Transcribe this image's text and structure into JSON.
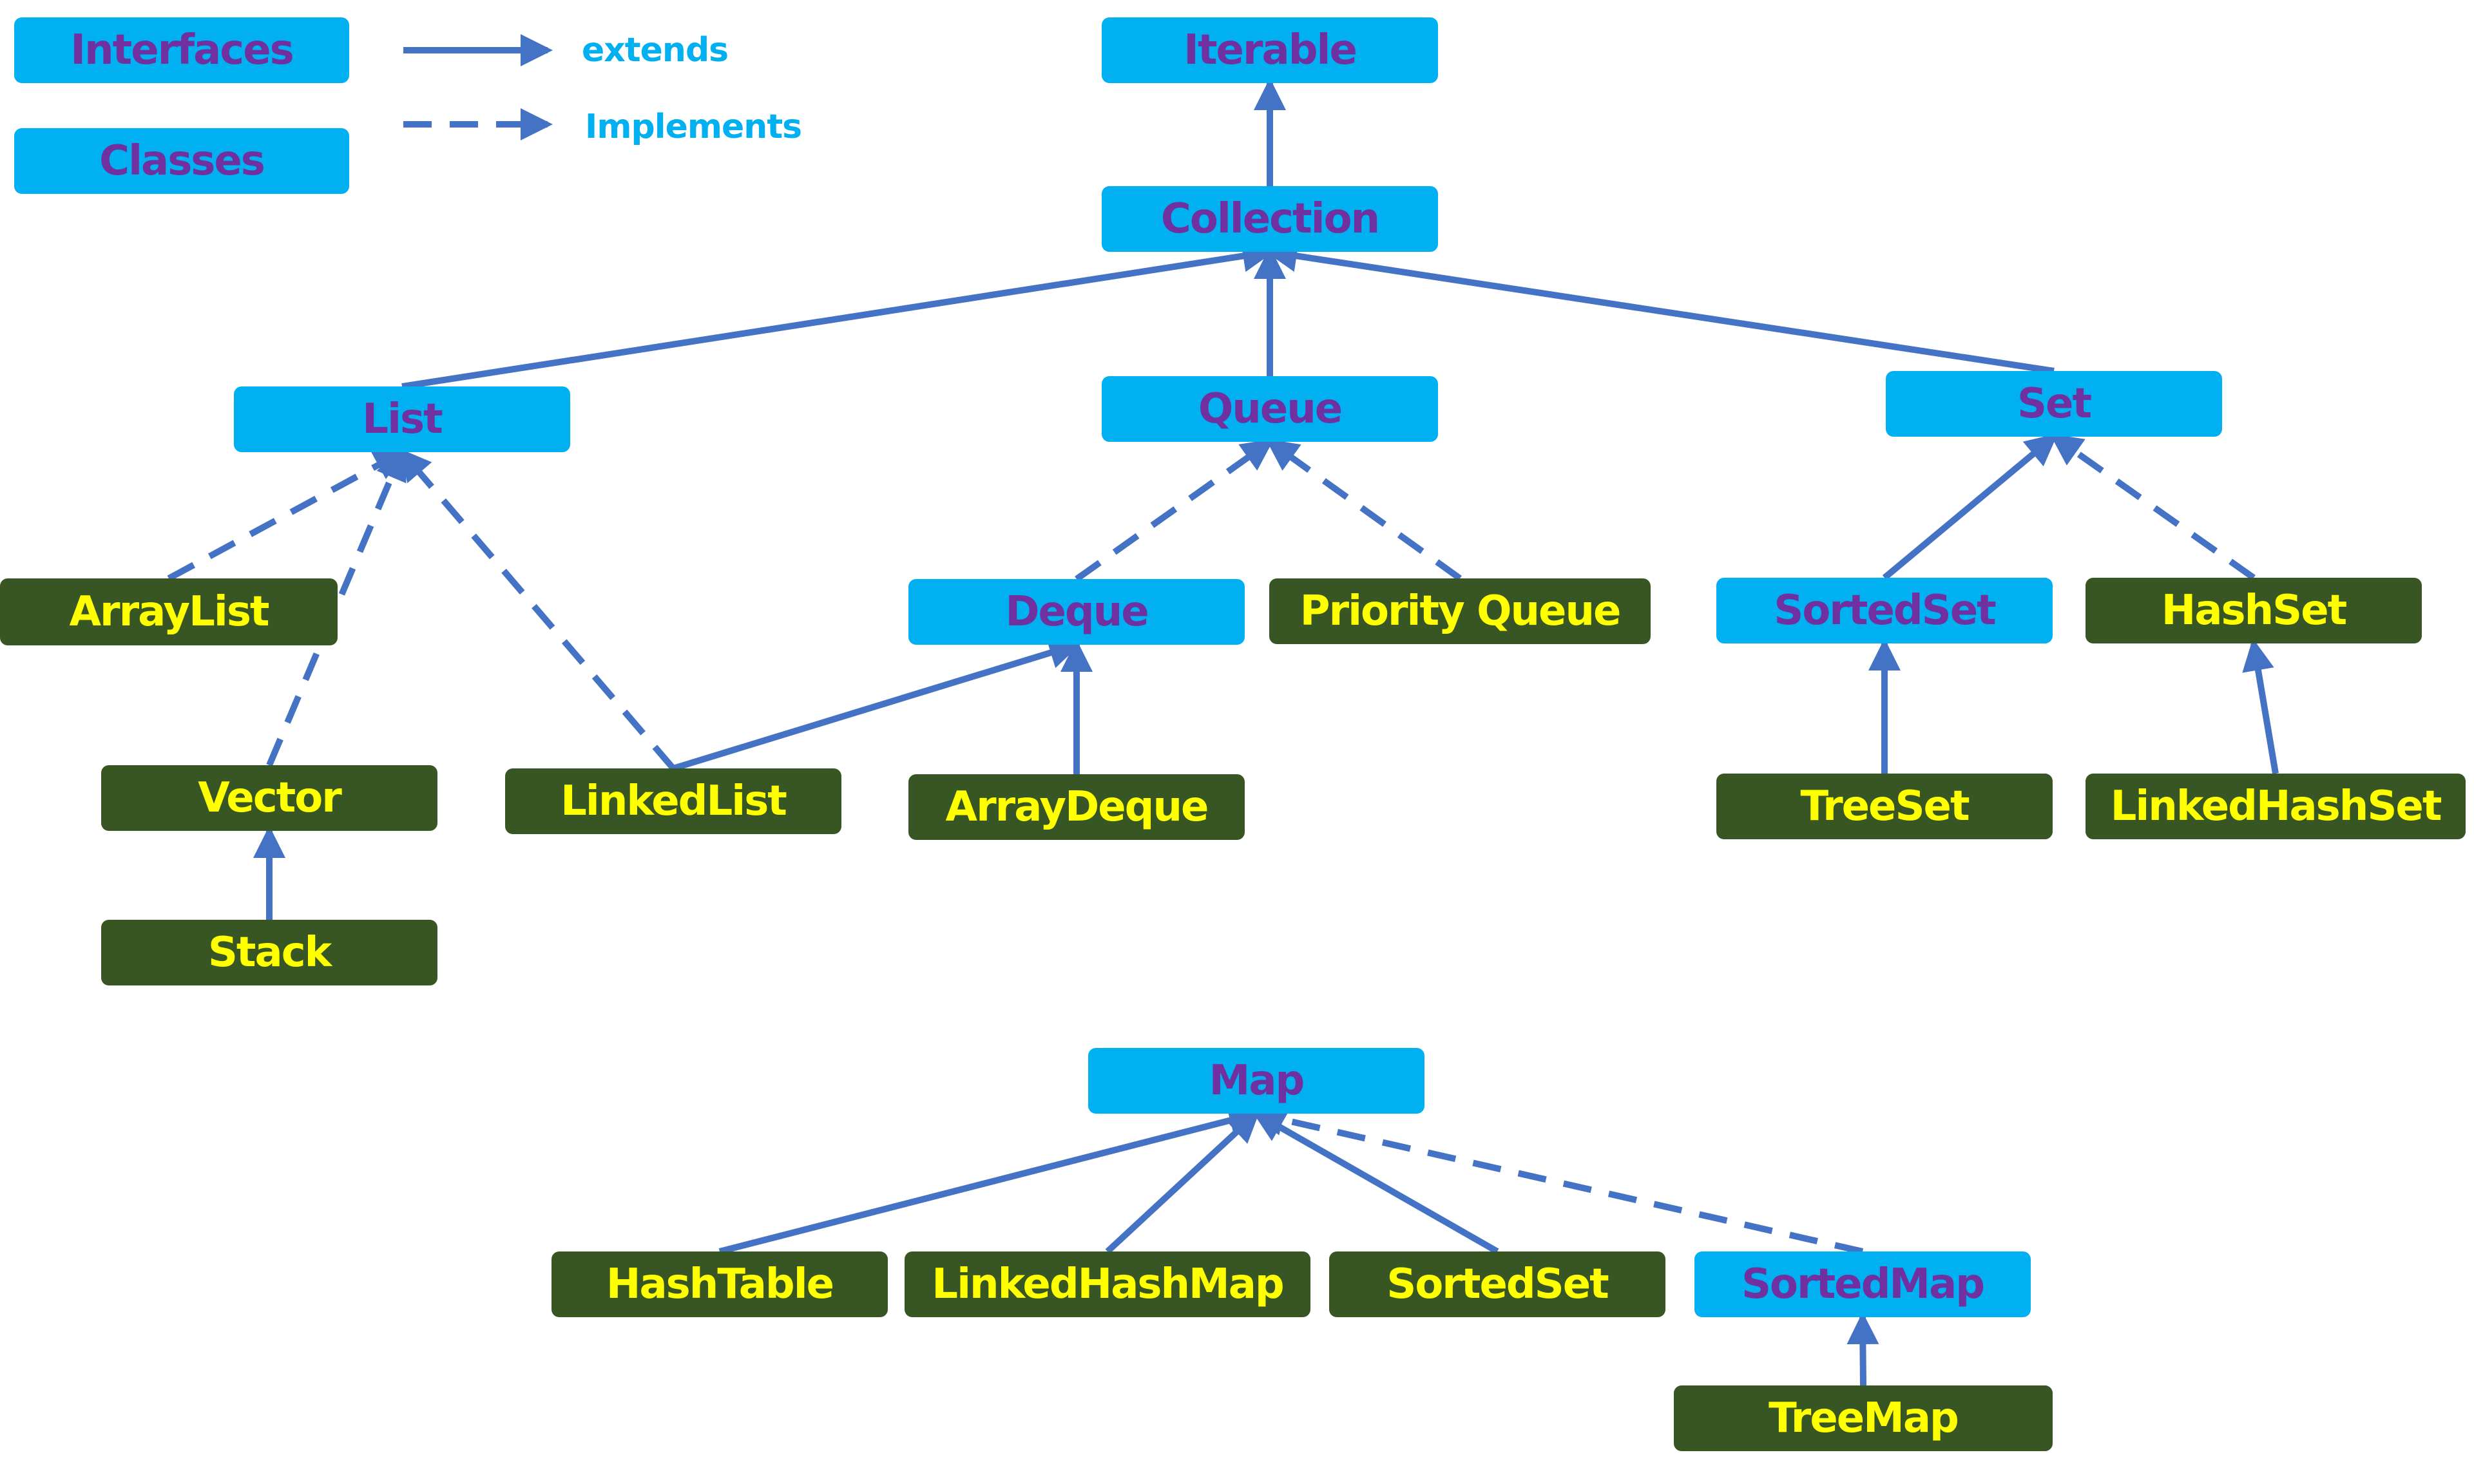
{
  "legend": {
    "interfaces_label": "Interfaces",
    "classes_label": "Classes",
    "extends_label": "extends",
    "implements_label": "Implements"
  },
  "colors": {
    "interface_bg": "#00b0f0",
    "interface_text": "#7030a0",
    "class_bg": "#375623",
    "class_text": "#ffff00",
    "edge": "#4472c4"
  },
  "nodes": {
    "iterable": {
      "label": "Iterable",
      "kind": "interface"
    },
    "collection": {
      "label": "Collection",
      "kind": "interface"
    },
    "list": {
      "label": "List",
      "kind": "interface"
    },
    "queue": {
      "label": "Queue",
      "kind": "interface"
    },
    "set": {
      "label": "Set",
      "kind": "interface"
    },
    "arraylist": {
      "label": "ArrayList",
      "kind": "class"
    },
    "vector": {
      "label": "Vector",
      "kind": "class"
    },
    "stack": {
      "label": "Stack",
      "kind": "class"
    },
    "linkedlist": {
      "label": "LinkedList",
      "kind": "class"
    },
    "deque": {
      "label": "Deque",
      "kind": "interface"
    },
    "arraydeque": {
      "label": "ArrayDeque",
      "kind": "class"
    },
    "priorityqueue": {
      "label": "Priority Queue",
      "kind": "class"
    },
    "sortedset": {
      "label": "SortedSet",
      "kind": "interface"
    },
    "hashset": {
      "label": "HashSet",
      "kind": "class"
    },
    "treeset": {
      "label": "TreeSet",
      "kind": "class"
    },
    "linkedhashset": {
      "label": "LinkedHashSet",
      "kind": "class"
    },
    "map": {
      "label": "Map",
      "kind": "interface"
    },
    "hashtable": {
      "label": "HashTable",
      "kind": "class"
    },
    "linkedhashmap": {
      "label": "LinkedHashMap",
      "kind": "class"
    },
    "sortedset_map": {
      "label": "SortedSet",
      "kind": "class"
    },
    "sortedmap": {
      "label": "SortedMap",
      "kind": "interface"
    },
    "treemap": {
      "label": "TreeMap",
      "kind": "class"
    }
  },
  "edges": [
    {
      "from": "collection",
      "to": "iterable",
      "type": "extends"
    },
    {
      "from": "list",
      "to": "collection",
      "type": "extends"
    },
    {
      "from": "queue",
      "to": "collection",
      "type": "extends"
    },
    {
      "from": "set",
      "to": "collection",
      "type": "extends"
    },
    {
      "from": "arraylist",
      "to": "list",
      "type": "implements"
    },
    {
      "from": "vector",
      "to": "list",
      "type": "implements"
    },
    {
      "from": "linkedlist",
      "to": "list",
      "type": "implements"
    },
    {
      "from": "deque",
      "to": "queue",
      "type": "implements"
    },
    {
      "from": "priorityqueue",
      "to": "queue",
      "type": "implements"
    },
    {
      "from": "linkedlist",
      "to": "deque",
      "type": "extends"
    },
    {
      "from": "arraydeque",
      "to": "deque",
      "type": "extends"
    },
    {
      "from": "stack",
      "to": "vector",
      "type": "extends"
    },
    {
      "from": "sortedset",
      "to": "set",
      "type": "extends"
    },
    {
      "from": "hashset",
      "to": "set",
      "type": "implements"
    },
    {
      "from": "treeset",
      "to": "sortedset",
      "type": "extends"
    },
    {
      "from": "linkedhashset",
      "to": "hashset",
      "type": "extends"
    },
    {
      "from": "hashtable",
      "to": "map",
      "type": "extends"
    },
    {
      "from": "linkedhashmap",
      "to": "map",
      "type": "extends"
    },
    {
      "from": "sortedset_map",
      "to": "map",
      "type": "extends"
    },
    {
      "from": "sortedmap",
      "to": "map",
      "type": "implements"
    },
    {
      "from": "treemap",
      "to": "sortedmap",
      "type": "extends"
    }
  ]
}
